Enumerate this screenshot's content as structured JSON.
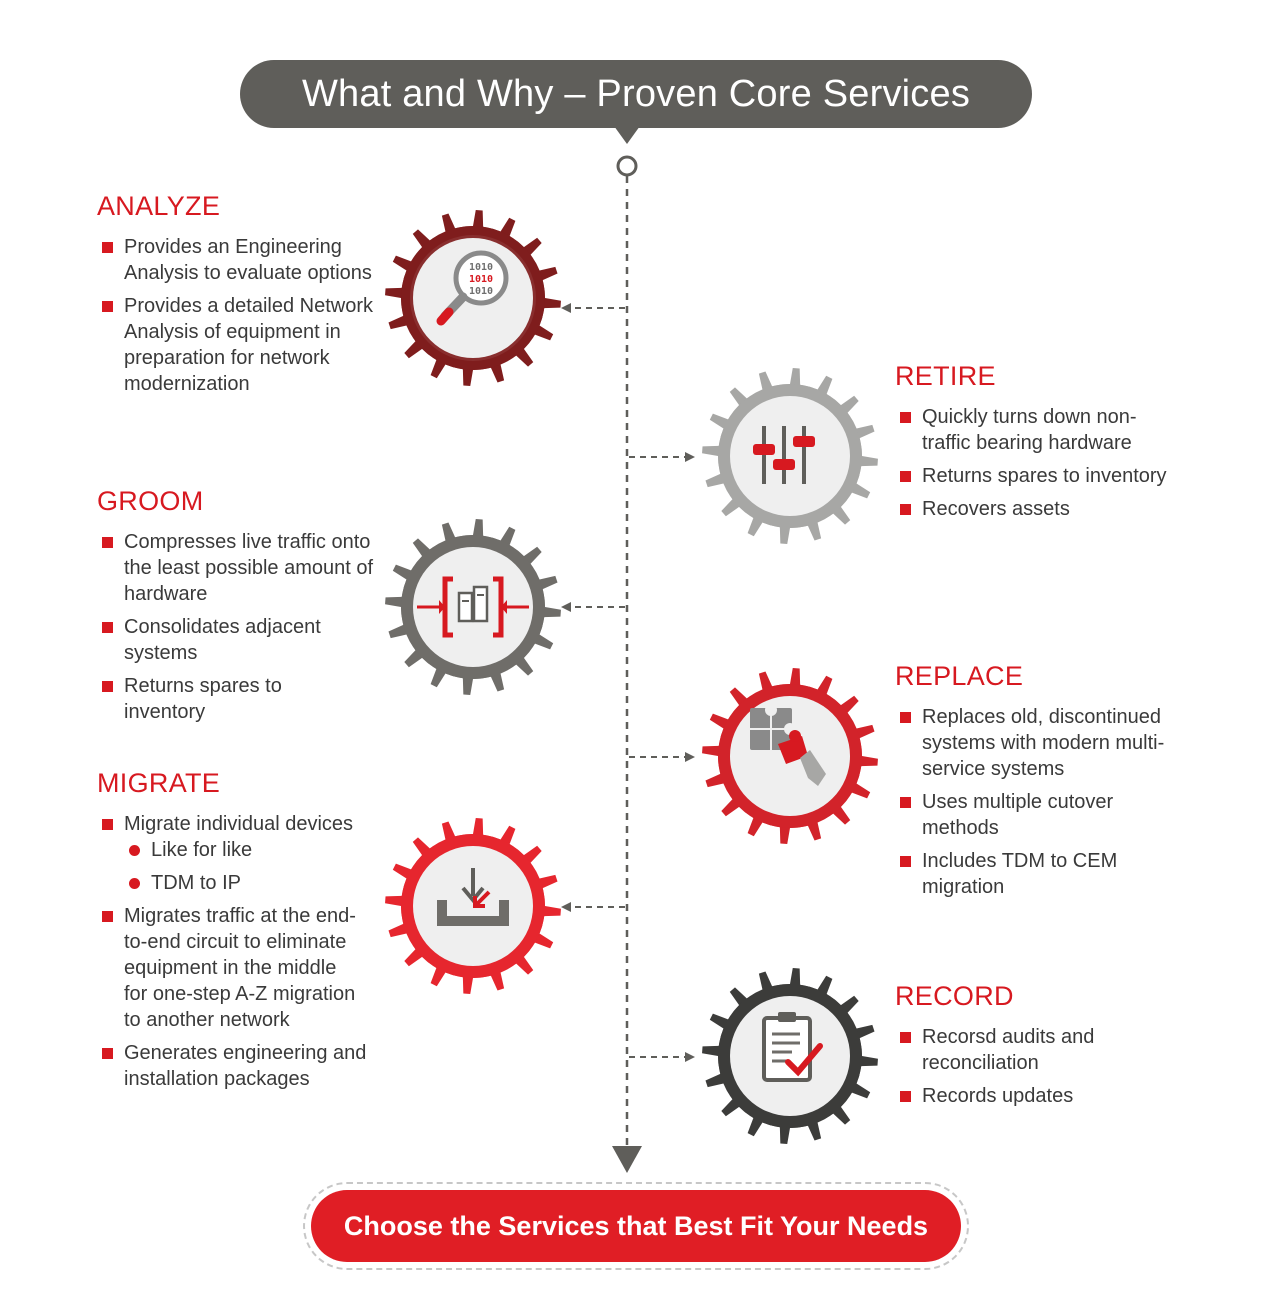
{
  "title": "What and Why – Proven Core Services",
  "cta_label": "Choose the Services that Best Fit Your Needs",
  "colors": {
    "accent_red": "#d71920",
    "title_gray": "#5f5e5a",
    "text": "#3a3a3a",
    "gear_analyze": "#7f1d1d",
    "gear_retire": "#a7a7a5",
    "gear_groom": "#6f6d69",
    "gear_replace": "#d2232a",
    "gear_migrate": "#e6262e",
    "gear_record": "#3c3c3a"
  },
  "services": {
    "analyze": {
      "heading": "ANALYZE",
      "icon": "magnifier-binary-icon",
      "icon_text": [
        "1010",
        "1010",
        "1010"
      ],
      "bullets": [
        "Provides an Engineering Analysis to evaluate options",
        "Provides a detailed Network Analysis of equipment in preparation for network modernization"
      ]
    },
    "retire": {
      "heading": "RETIRE",
      "icon": "sliders-icon",
      "bullets": [
        "Quickly turns down non-traffic bearing hardware",
        "Returns spares to inventory",
        "Recovers assets"
      ]
    },
    "groom": {
      "heading": "GROOM",
      "icon": "compress-hardware-icon",
      "bullets": [
        "Compresses live traffic onto the least possible amount of hardware",
        "Consolidates adjacent systems",
        "Returns spares to inventory"
      ]
    },
    "replace": {
      "heading": "REPLACE",
      "icon": "puzzle-hand-icon",
      "bullets": [
        "Replaces old, discontinued systems with modern multi-service systems",
        "Uses multiple cutover methods",
        "Includes TDM to CEM migration"
      ]
    },
    "migrate": {
      "heading": "MIGRATE",
      "icon": "download-tray-icon",
      "bullets": [
        "Migrate individual devices",
        "Migrates traffic at the end-to-end circuit to eliminate equipment in the middle for one-step A-Z migration to another network",
        "Generates engineering and installation packages"
      ],
      "sub_bullets": [
        "Like for like",
        "TDM to IP"
      ]
    },
    "record": {
      "heading": "RECORD",
      "icon": "clipboard-check-icon",
      "bullets": [
        "Recorsd audits and reconciliation",
        "Records updates"
      ]
    }
  }
}
